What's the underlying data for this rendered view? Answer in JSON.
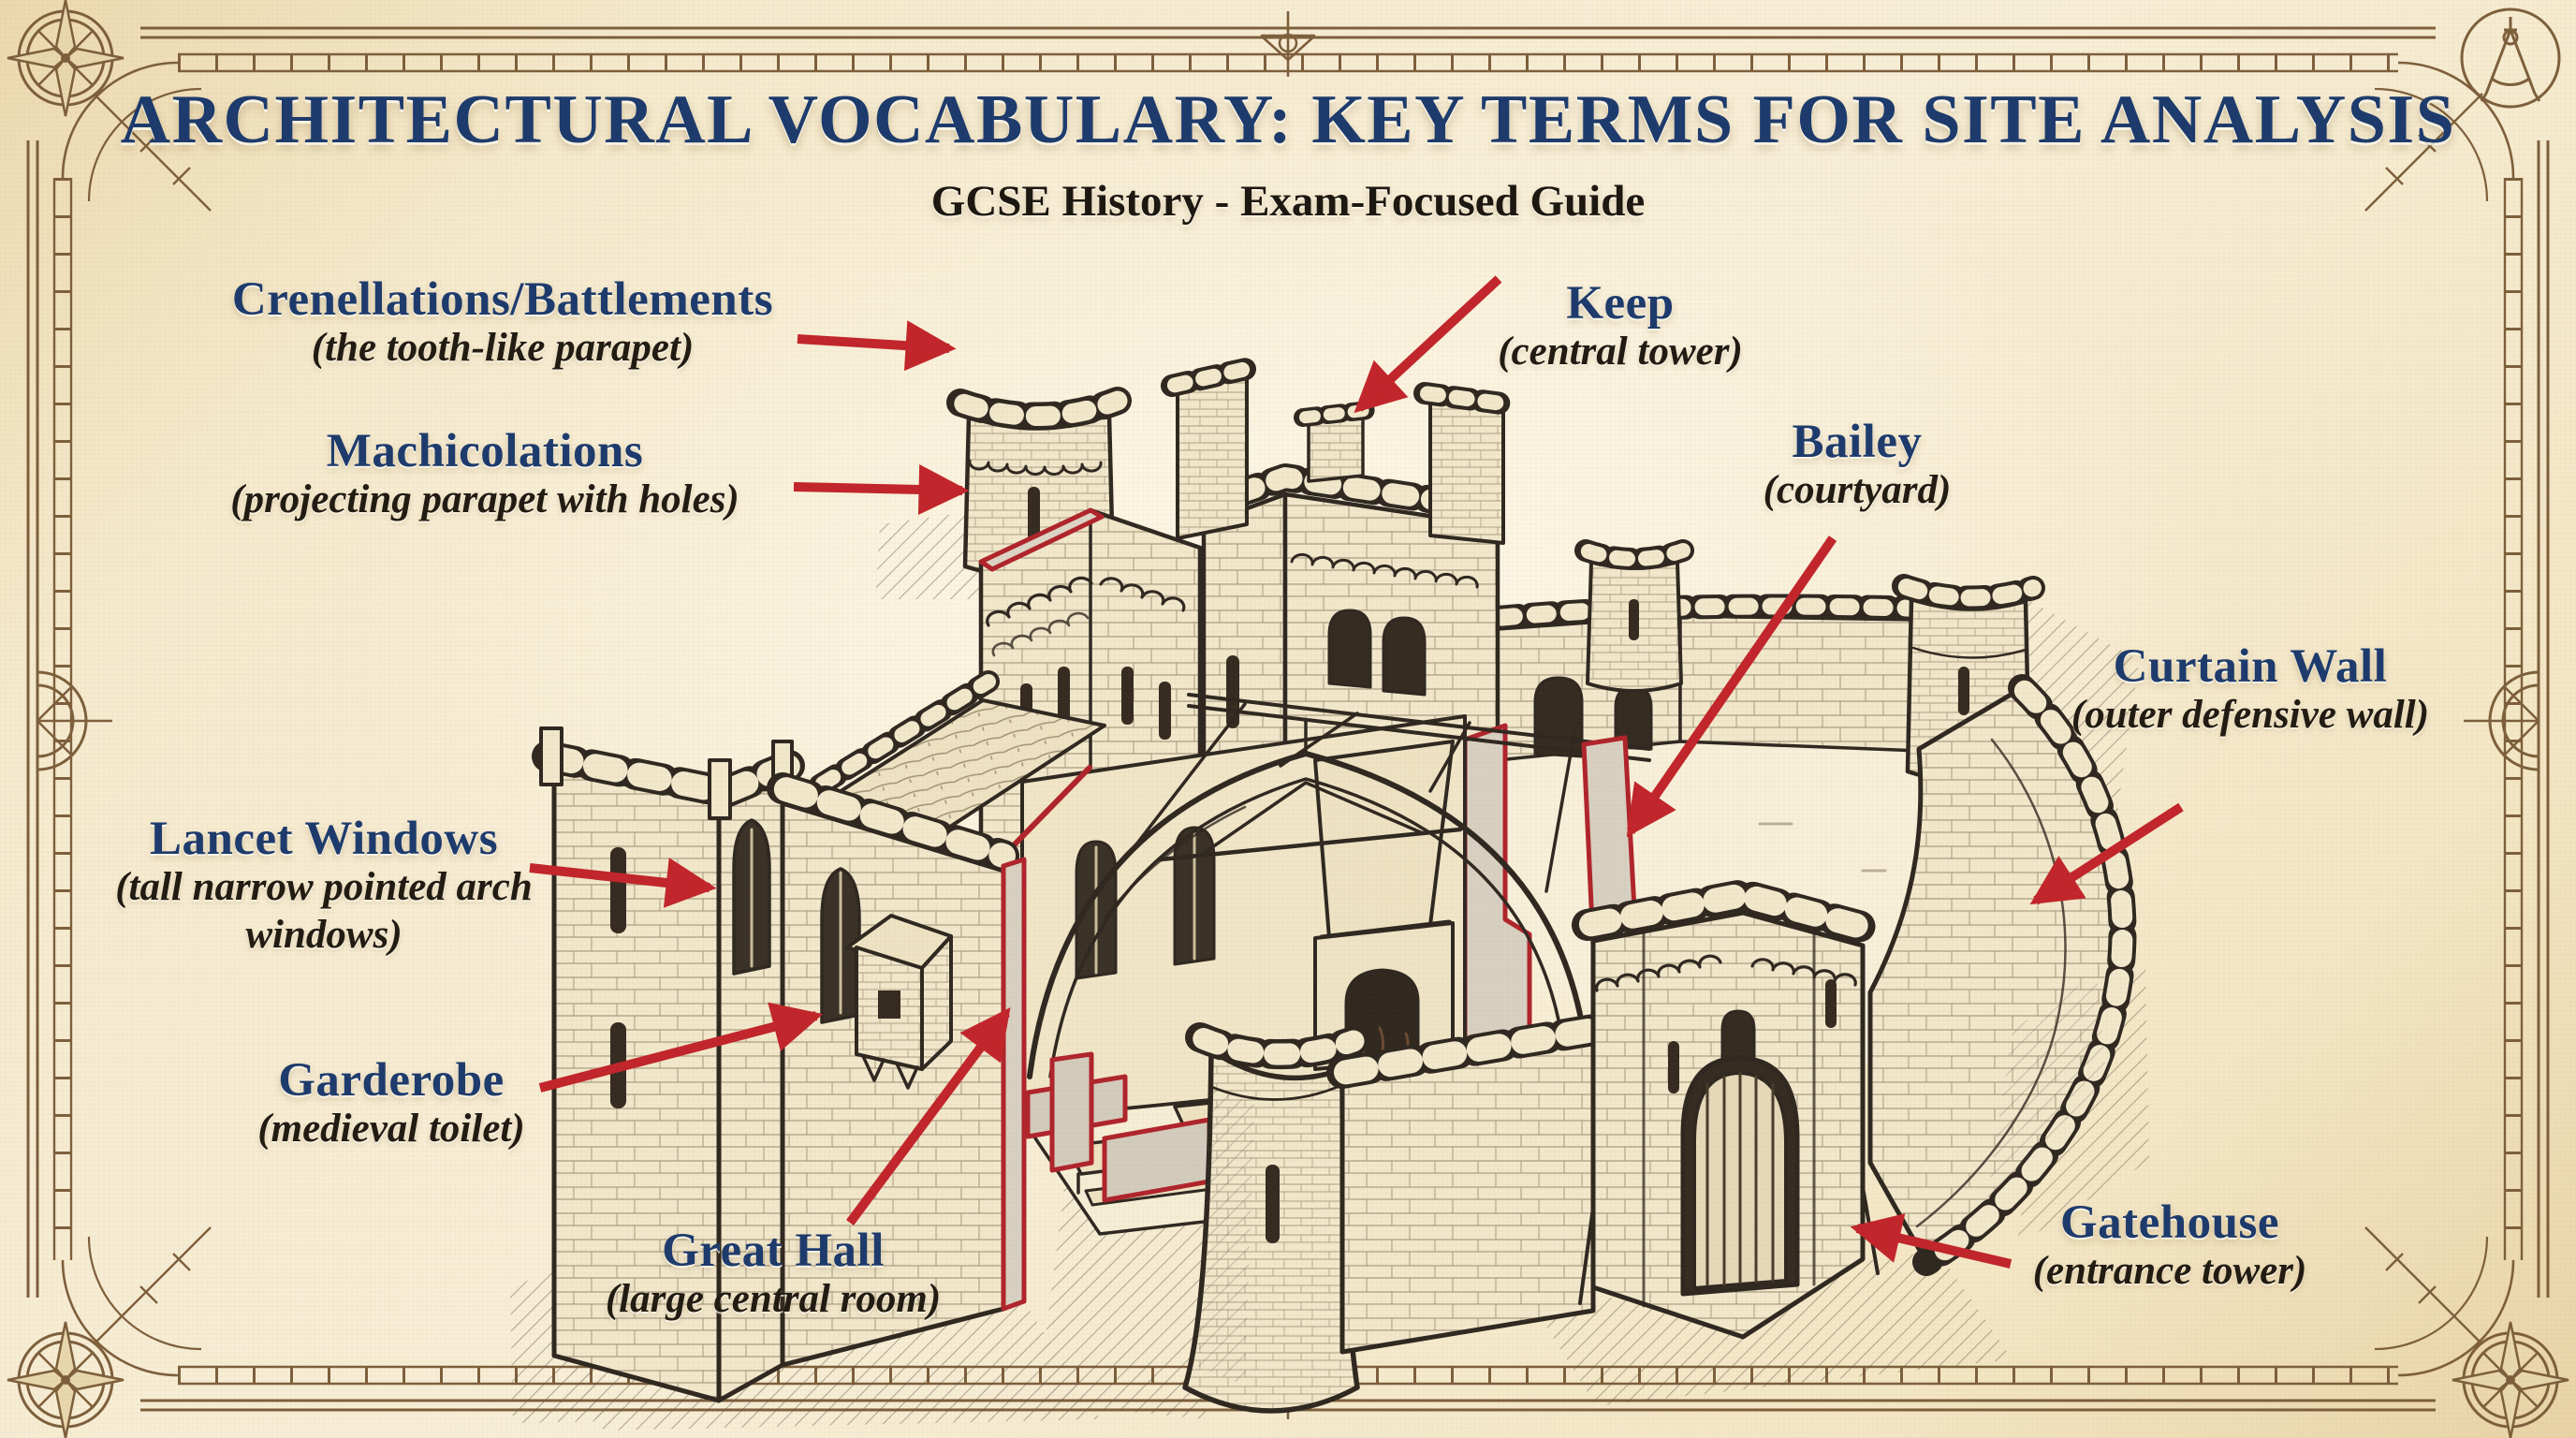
{
  "poster": {
    "title": "ARCHITECTURAL VOCABULARY: KEY TERMS FOR SITE ANALYSIS",
    "subtitle": "GCSE History - Exam-Focused Guide"
  },
  "labels": [
    {
      "id": "crenellations",
      "term": "Crenellations/Battlements",
      "definition": "(the tooth-like parapet)"
    },
    {
      "id": "machicolations",
      "term": "Machicolations",
      "definition": "(projecting parapet with holes)"
    },
    {
      "id": "keep",
      "term": "Keep",
      "definition": "(central tower)"
    },
    {
      "id": "bailey",
      "term": "Bailey",
      "definition": "(courtyard)"
    },
    {
      "id": "curtain-wall",
      "term": "Curtain Wall",
      "definition": "(outer defensive wall)"
    },
    {
      "id": "lancet-windows",
      "term": "Lancet Windows",
      "definition": "(tall narrow pointed arch windows)"
    },
    {
      "id": "garderobe",
      "term": "Garderobe",
      "definition": "(medieval toilet)"
    },
    {
      "id": "great-hall",
      "term": "Great Hall",
      "definition": "(large central room)"
    },
    {
      "id": "gatehouse",
      "term": "Gatehouse",
      "definition": "(entrance tower)"
    }
  ],
  "illustration": {
    "description": "Pen-and-ink isometric cutaway drawing of a medieval castle: keep, bailey, curtain wall, gatehouse, great hall interior with roof trusses, tables and fireplace; cut surfaces highlighted in red",
    "style": "sepia line art on parchment"
  },
  "colors": {
    "heading_blue": "#1c3a6d",
    "definition_black": "#201a12",
    "arrow_red": "#c2252b",
    "cut_highlight_red": "#b0242c",
    "border_brown": "#7d5f3c",
    "parchment": "#f6ebcf",
    "ink": "#2f2821"
  }
}
